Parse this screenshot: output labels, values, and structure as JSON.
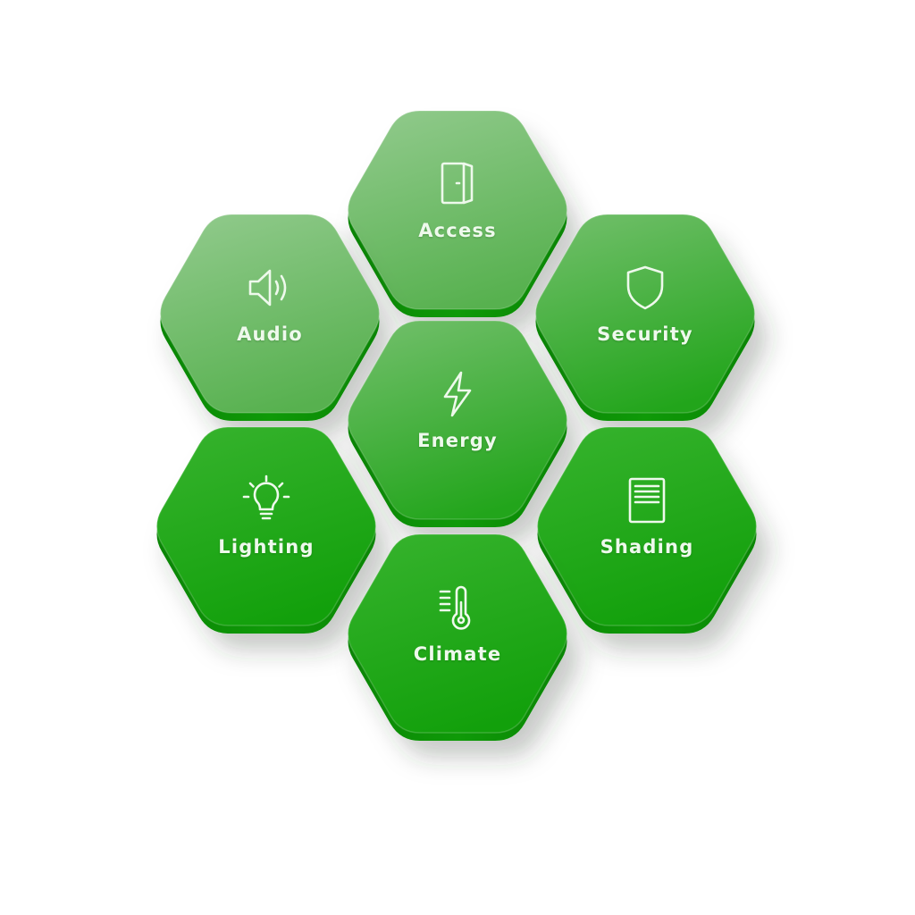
{
  "tiles": [
    {
      "key": "access",
      "label": "Access",
      "icon": "door-icon",
      "shade": "light"
    },
    {
      "key": "audio",
      "label": "Audio",
      "icon": "speaker-icon",
      "shade": "light"
    },
    {
      "key": "security",
      "label": "Security",
      "icon": "shield-icon",
      "shade": "mid"
    },
    {
      "key": "energy",
      "label": "Energy",
      "icon": "lightning-icon",
      "shade": "mid"
    },
    {
      "key": "lighting",
      "label": "Lighting",
      "icon": "lightbulb-icon",
      "shade": "deep"
    },
    {
      "key": "shading",
      "label": "Shading",
      "icon": "blinds-icon",
      "shade": "deep"
    },
    {
      "key": "climate",
      "label": "Climate",
      "icon": "thermometer-icon",
      "shade": "deep"
    }
  ],
  "colors": {
    "light_top": "#8fc98a",
    "light_bottom": "#57b14f",
    "mid_top": "#6fbe68",
    "mid_bottom": "#22a51b",
    "deep_top": "#35b22c",
    "deep_bottom": "#12a00b",
    "edge": "#0f9a08",
    "edge_dark": "#0a8505",
    "icon_stroke": "#eef9ec"
  }
}
